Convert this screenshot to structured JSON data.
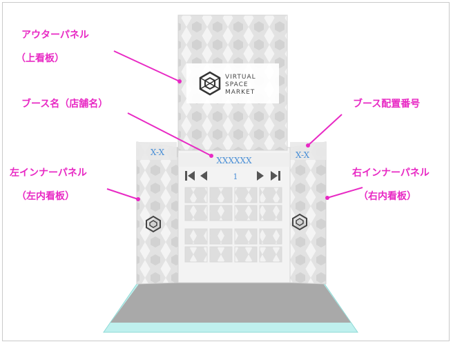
{
  "labels": {
    "outer_panel": "アウターパネル",
    "outer_panel_sub": "（上看板）",
    "booth_name": "ブース名（店舗名）",
    "booth_number": "ブース配置番号",
    "left_inner": "左インナーパネル",
    "left_inner_sub": "（左内看板）",
    "right_inner": "右インナーパネル",
    "right_inner_sub": "（右内看板）"
  },
  "booth": {
    "name": "XXXXXX",
    "number_left": "X-X",
    "number_right": "X-X",
    "page": "1",
    "logo_line1": "VIRTUAL",
    "logo_line2": "SPACE",
    "logo_line3": "MARKET"
  },
  "colors": {
    "callout": "#e829c4",
    "booth_text": "#4a8fd6",
    "floor": "#a9a9a9",
    "base": "#bff0ee"
  }
}
